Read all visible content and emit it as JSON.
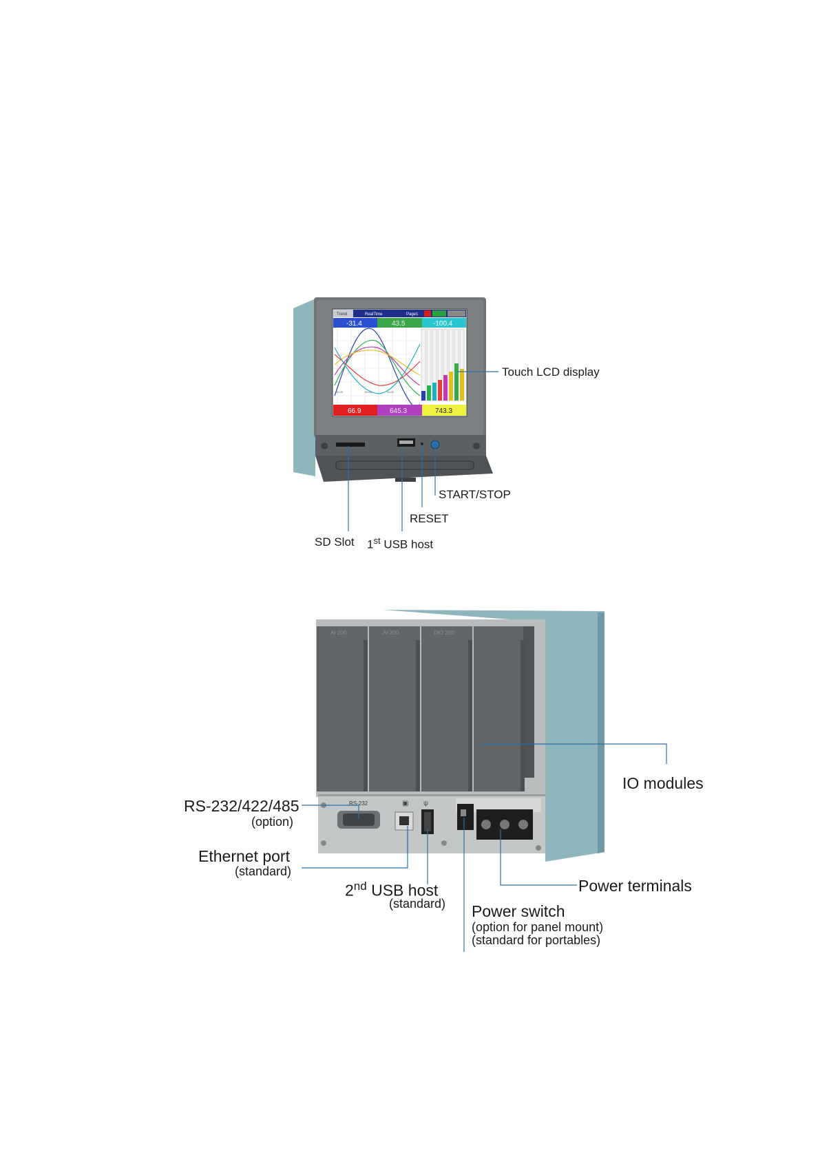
{
  "front": {
    "screen": {
      "tabs": [
        "Trend",
        "RealTime",
        "Page1"
      ],
      "top_values": [
        "-31.4",
        "43.5",
        "-100.4"
      ],
      "bottom_values": [
        "66.9",
        "645.3",
        "743.3"
      ]
    },
    "labels": {
      "touch_lcd": "Touch LCD display",
      "start_stop": "START/STOP",
      "reset": "RESET",
      "sd_slot": "SD Slot",
      "usb1_num": "1",
      "usb1_sup": "st",
      "usb1_text": " USB host"
    }
  },
  "back": {
    "modules": [
      "AI 200",
      "AI 200",
      "DIO 200",
      ""
    ],
    "port_labels": {
      "rs232_port": "RS-232"
    },
    "labels": {
      "io_modules": "IO modules",
      "rs_title": "RS-232/422/485",
      "rs_sub": "(option)",
      "eth_title": "Ethernet port",
      "eth_sub": "(standard)",
      "usb2_num": "2",
      "usb2_sup": "nd",
      "usb2_text": " USB host",
      "usb2_sub": "(standard)",
      "power_terminals": "Power terminals",
      "power_switch": "Power switch",
      "power_switch_sub1": "(option for panel mount)",
      "power_switch_sub2": "(standard for portables)"
    }
  },
  "colors": {
    "leader_line": "#2a6fa8",
    "bezel": "#6f7476",
    "side_panel": "#8fb6bd",
    "module": "#5f6568"
  }
}
